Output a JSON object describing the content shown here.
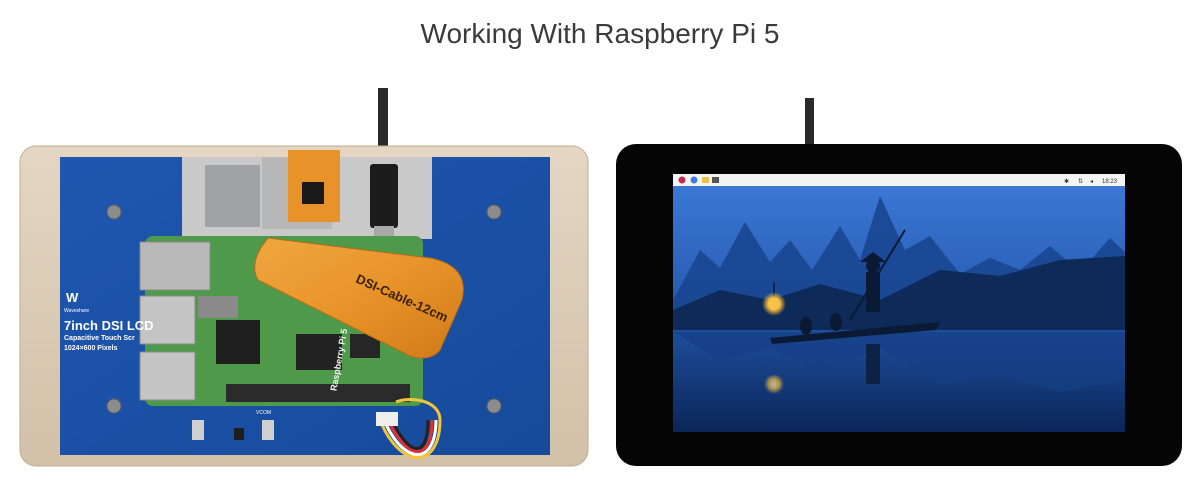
{
  "title": "Working With Raspberry Pi 5",
  "left_photo": {
    "board_label": "7inch DSI LCD",
    "board_sublabel": "Capacitive Touch Scr",
    "board_resolution": "1024×600 Pixels",
    "brand": "Waveshare",
    "cable_label": "DSI-Cable-12cm",
    "pi_label": "Raspberry Pi 5",
    "vcom_label": "VCOM"
  },
  "right_photo": {
    "taskbar_clock": "18:23"
  }
}
